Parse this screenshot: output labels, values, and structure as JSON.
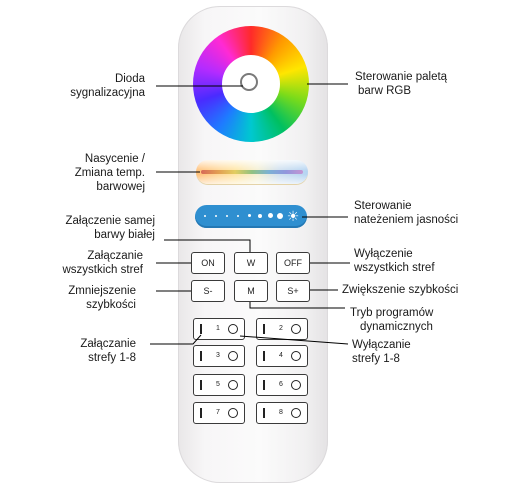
{
  "left_labels": {
    "led": [
      "Dioda",
      "sygnalizacyjna"
    ],
    "saturation": [
      "Nasycenie /",
      "Zmiana temp.",
      "barwowej"
    ],
    "white_only": [
      "Załączenie samej",
      "barwy białej"
    ],
    "all_on": [
      "Załączanie",
      "wszystkich stref"
    ],
    "speed_down": [
      "Zmniejszenie",
      "szybkości"
    ],
    "zones_on": [
      "Załączanie",
      "strefy 1-8"
    ]
  },
  "right_labels": {
    "rgb": [
      "Sterowanie paletą",
      "barw RGB"
    ],
    "brightness": [
      "Sterowanie",
      "nateżeniem jasności"
    ],
    "all_off": [
      "Wyłączenie",
      "wszystkich stref"
    ],
    "speed_up": [
      "Zwiększenie szybkości"
    ],
    "programs": [
      "Tryb programów",
      "dynamicznych"
    ],
    "zones_off": [
      "Wyłączanie",
      "strefy 1-8"
    ]
  },
  "keys": {
    "on": "ON",
    "w": "W",
    "off": "OFF",
    "s_minus": "S-",
    "m": "M",
    "s_plus": "S+"
  },
  "zones": [
    "1",
    "2",
    "3",
    "4",
    "5",
    "6",
    "7",
    "8"
  ],
  "colors": {
    "brightness_bar": "#2f8fd0",
    "text": "#1a1a1a",
    "leader_line": "#000000"
  }
}
